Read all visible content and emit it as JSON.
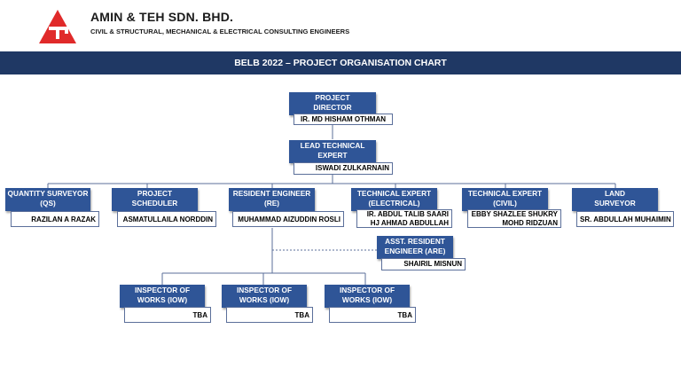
{
  "header": {
    "company": "AMIN & TEH SDN. BHD.",
    "tagline": "CIVIL & STRUCTURAL, MECHANICAL & ELECTRICAL CONSULTING ENGINEERS",
    "logo_color": "#e02a2a"
  },
  "banner": {
    "title": "BELB 2022 – PROJECT ORGANISATION CHART",
    "color": "#1f3864"
  },
  "colors": {
    "role_box": "#2f5597",
    "line": "#5b6f9a"
  },
  "org": {
    "director": {
      "role_1": "PROJECT",
      "role_2": "DIRECTOR",
      "name": "IR. MD HISHAM OTHMAN"
    },
    "lead": {
      "role_1": "LEAD TECHNICAL",
      "role_2": "EXPERT",
      "name": "ISWADI ZULKARNAIN"
    },
    "qs": {
      "role_1": "QUANTITY SURVEYOR",
      "role_2": "(QS)",
      "name": "RAZILAN A RAZAK"
    },
    "scheduler": {
      "role_1": "PROJECT",
      "role_2": "SCHEDULER",
      "name": "ASMATULLAILA NORDDIN"
    },
    "re": {
      "role_1": "RESIDENT ENGINEER",
      "role_2": "(RE)",
      "name": "MUHAMMAD AIZUDDIN ROSLI"
    },
    "elec": {
      "role_1": "TECHNICAL EXPERT",
      "role_2": "(ELECTRICAL)",
      "name_1": "IR. ABDUL TALIB SAARI",
      "name_2": "HJ AHMAD ABDULLAH"
    },
    "civil": {
      "role_1": "TECHNICAL EXPERT",
      "role_2": "(CIVIL)",
      "name_1": "EBBY SHAZLEE SHUKRY",
      "name_2": "MOHD RIDZUAN"
    },
    "land": {
      "role_1": "LAND",
      "role_2": "SURVEYOR",
      "name": "SR. ABDULLAH MUHAIMIN"
    },
    "are": {
      "role_1": "ASST. RESIDENT",
      "role_2": "ENGINEER (ARE)",
      "name": "SHAIRIL MISNUN"
    },
    "iow": [
      {
        "role_1": "INSPECTOR OF",
        "role_2": "WORKS (IOW)",
        "name": "TBA"
      },
      {
        "role_1": "INSPECTOR OF",
        "role_2": "WORKS (IOW)",
        "name": "TBA"
      },
      {
        "role_1": "INSPECTOR OF",
        "role_2": "WORKS (IOW)",
        "name": "TBA"
      }
    ]
  }
}
